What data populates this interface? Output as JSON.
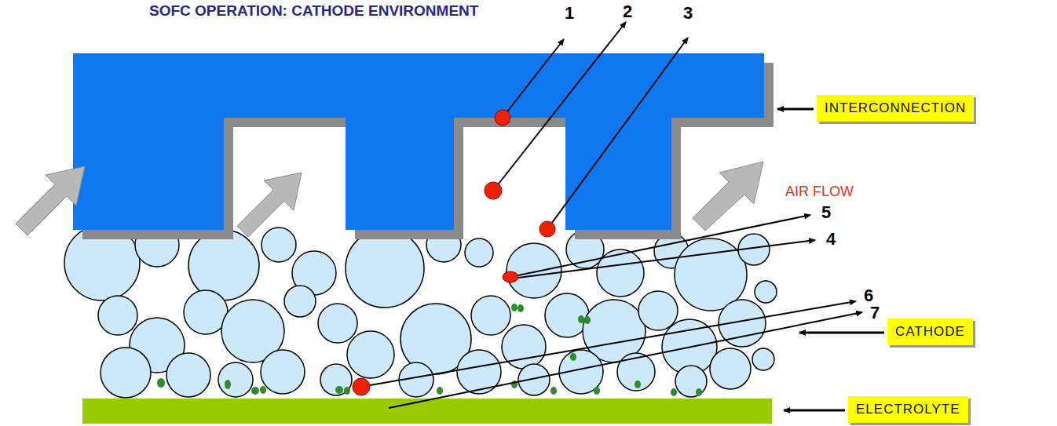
{
  "diagram": {
    "title": "SOFC OPERATION: CATHODE ENVIRONMENT",
    "nodes": [
      {
        "text": [
          "INTERCONNECTION"
        ]
      },
      {
        "text": [
          "CATHODE"
        ]
      },
      {
        "text": [
          "ELECTROLYTE"
        ]
      }
    ],
    "labels": [
      "1",
      "2",
      "3",
      "AIR FLOW",
      "5",
      "4",
      "6",
      "7"
    ]
  }
}
